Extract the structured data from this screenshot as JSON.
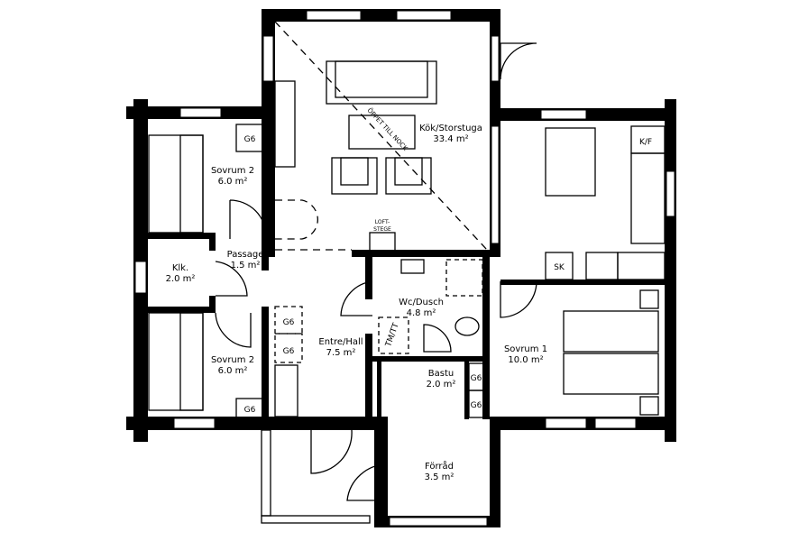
{
  "rooms": {
    "kok": {
      "name": "Kök/Storstuga",
      "area": "33.4 m²"
    },
    "sovrum2a": {
      "name": "Sovrum 2",
      "area": "6.0 m²"
    },
    "passage": {
      "name": "Passage",
      "area": "1.5 m²"
    },
    "klk": {
      "name": "Klk.",
      "area": "2.0 m²"
    },
    "sovrum2b": {
      "name": "Sovrum 2",
      "area": "6.0 m²"
    },
    "entre": {
      "name": "Entre/Hall",
      "area": "7.5 m²"
    },
    "wc": {
      "name": "Wc/Dusch",
      "area": "4.8 m²"
    },
    "bastu": {
      "name": "Bastu",
      "area": "2.0 m²"
    },
    "sovrum1": {
      "name": "Sovrum 1",
      "area": "10.0 m²"
    },
    "forrad": {
      "name": "Förråd",
      "area": "3.5 m²"
    }
  },
  "labels": {
    "g6": "G6",
    "kf": "K/F",
    "sk": "SK",
    "tmtt": "TM/TT",
    "loft1": "LOFT-",
    "loft2": "STEGE",
    "open": "ÖPPET TILL NOCK"
  }
}
